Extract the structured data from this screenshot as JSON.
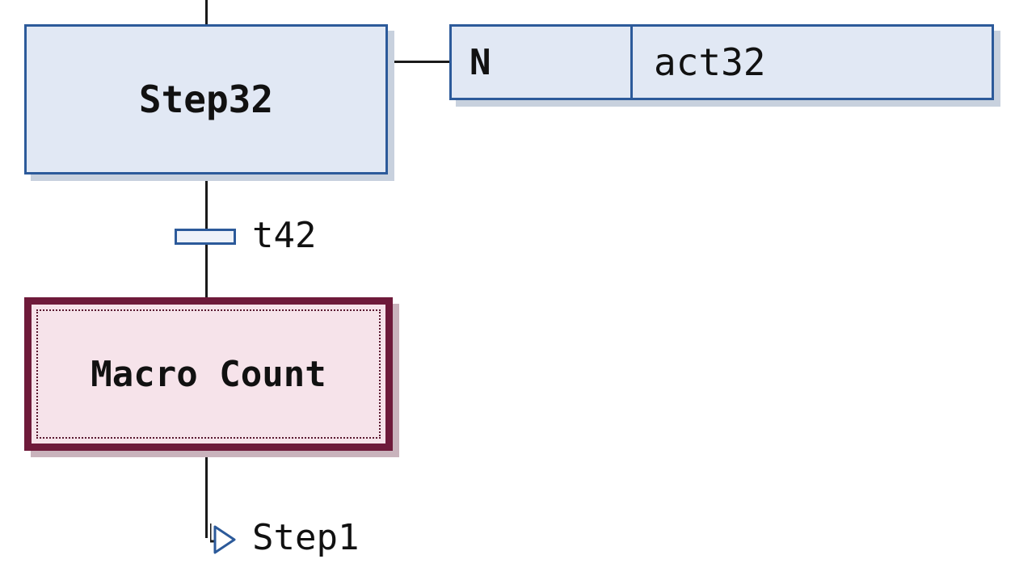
{
  "diagram": {
    "step": {
      "name": "Step32"
    },
    "action": {
      "qualifier": "N",
      "name": "act32"
    },
    "transition": {
      "name": "t42"
    },
    "macro_step": {
      "name": "Macro Count"
    },
    "jump": {
      "target": "Step1",
      "icon": "jump-arrow-icon"
    }
  },
  "colors": {
    "step_fill": "#e1e8f4",
    "step_border": "#2c5a9a",
    "macro_fill": "#f6e3ea",
    "macro_border": "#6e1a3a",
    "connector": "#1a1a1a"
  }
}
